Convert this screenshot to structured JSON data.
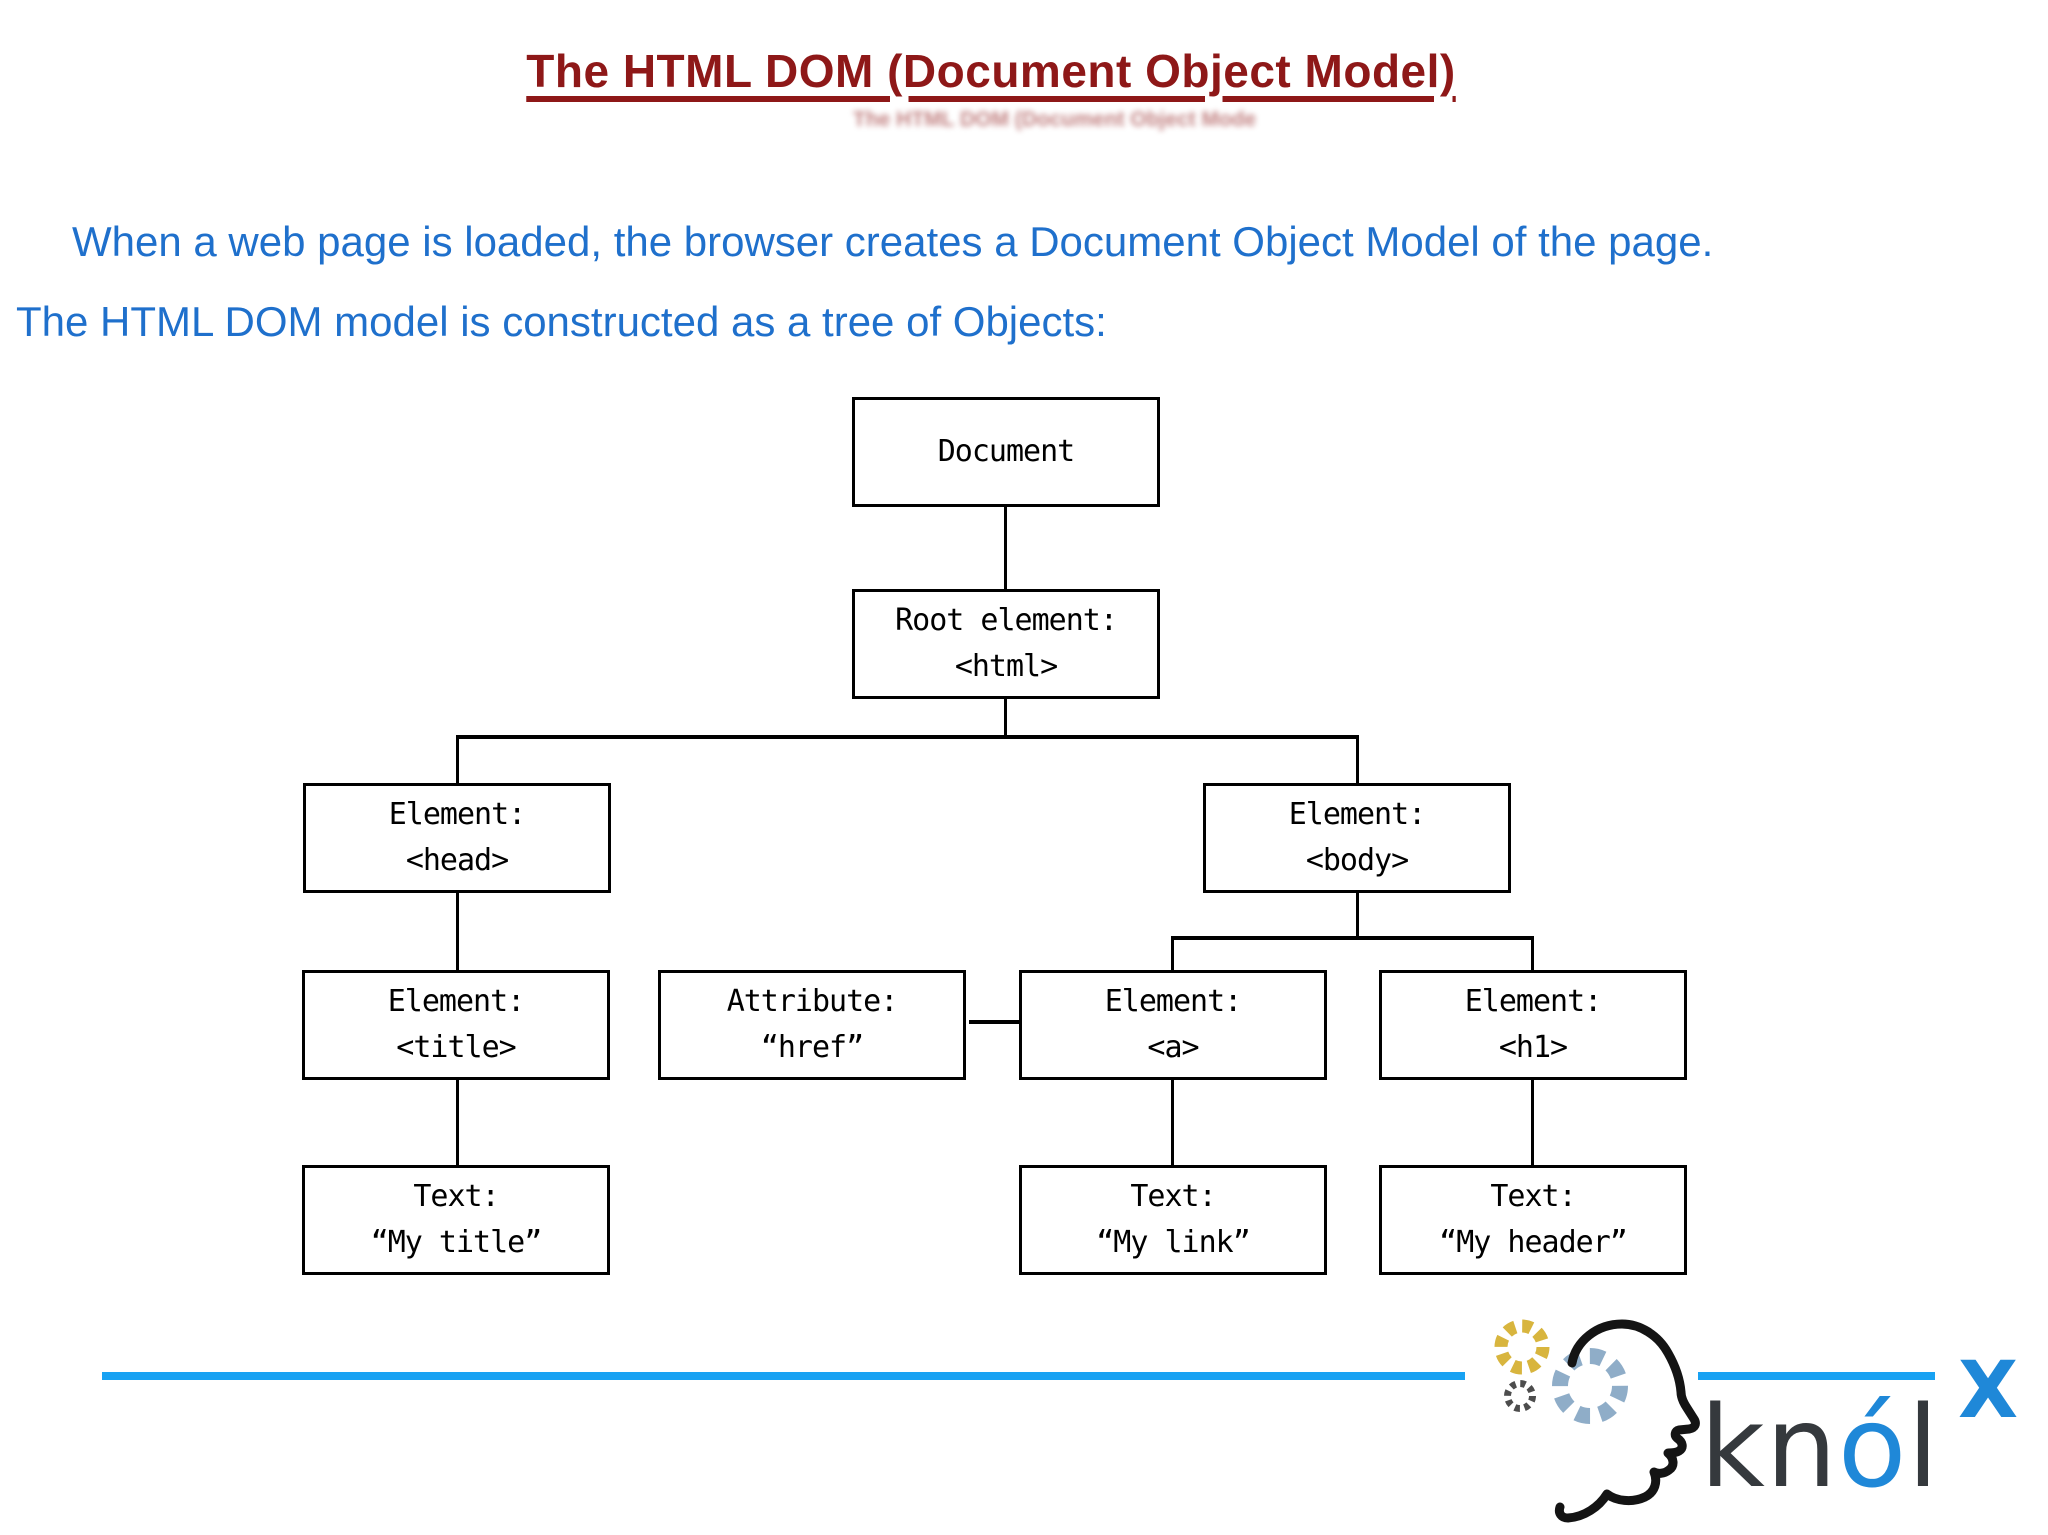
{
  "title": {
    "text": "The HTML DOM (Document Object Model)",
    "color": "#8E1818"
  },
  "intro": {
    "line1": "When a web page is loaded, the browser creates a Document Object Model of the page.",
    "line2": "The HTML DOM model is constructed as a tree of Objects:",
    "color": "#1F70CC"
  },
  "diagram": {
    "nodes": {
      "document": {
        "line1": "Document",
        "line2": ""
      },
      "root": {
        "line1": "Root element:",
        "line2": "<html>"
      },
      "head": {
        "line1": "Element:",
        "line2": "<head>"
      },
      "body": {
        "line1": "Element:",
        "line2": "<body>"
      },
      "title_el": {
        "line1": "Element:",
        "line2": "<title>"
      },
      "attribute": {
        "line1": "Attribute:",
        "line2": "“href”"
      },
      "anchor": {
        "line1": "Element:",
        "line2": "<a>"
      },
      "h1": {
        "line1": "Element:",
        "line2": "<h1>"
      },
      "text_title": {
        "line1": "Text:",
        "line2": "“My title”"
      },
      "text_link": {
        "line1": "Text:",
        "line2": "“My link”"
      },
      "text_header": {
        "line1": "Text:",
        "line2": "“My header”"
      }
    }
  },
  "footer": {
    "brand_kn": "kn",
    "brand_o": "ó",
    "brand_l": "l",
    "brand_x": "X",
    "divider_color": "#18A2F3",
    "logo_blue": "#1F88D8",
    "gear_yellow": "#D8B53E",
    "gear_blue": "#8FADC8",
    "gear_dark": "#4D4D4D",
    "wordmark_dark": "#35393D"
  }
}
